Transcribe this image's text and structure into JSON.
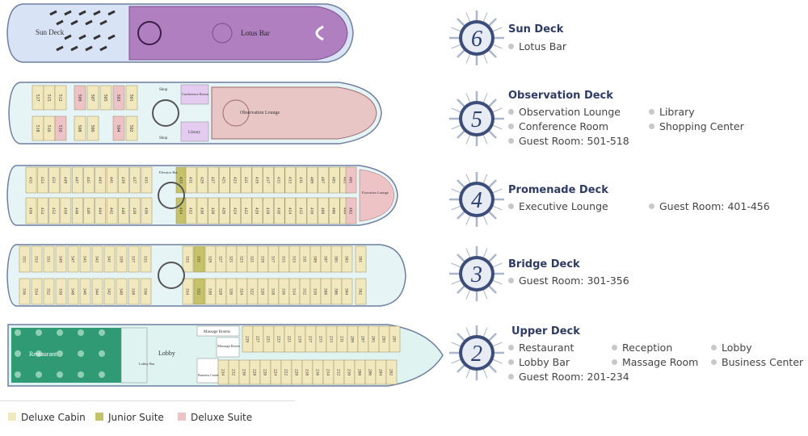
{
  "colors": {
    "deluxe_cabin": "#f2e8be",
    "junior_suite": "#c6c26a",
    "deluxe_suite": "#eec3c6",
    "sun_deck": "#d8e3f6",
    "lotus_bar": "#b07fc0",
    "observation_lounge": "#e8c6c6",
    "library": "#e3ccef",
    "restaurant": "#2f9a74",
    "upper_hull": "#dff3f1",
    "hull": "#e6f4f6"
  },
  "plans": {
    "sun": {
      "labels": [
        "Sun Deck",
        "Lotus Bar"
      ]
    },
    "observation": {
      "labels": [
        "Shop",
        "Conference Room",
        "Observation Lounge",
        "Library",
        "Shop"
      ],
      "top_cabins": [
        "517",
        "515",
        "512",
        "509",
        "507",
        "505",
        "503",
        "501"
      ],
      "bottom_cabins": [
        "518",
        "516",
        "510",
        "508",
        "506",
        "504",
        "502"
      ]
    },
    "promenade": {
      "top_cabins": [
        "455",
        "453",
        "451",
        "449",
        "447",
        "445",
        "443",
        "441",
        "439",
        "437",
        "435",
        "433",
        "431",
        "429",
        "427",
        "425",
        "423",
        "421",
        "419",
        "417",
        "415",
        "413",
        "411",
        "409",
        "407",
        "405",
        "403",
        "401"
      ],
      "bottom_cabins": [
        "456",
        "454",
        "452",
        "450",
        "448",
        "446",
        "444",
        "442",
        "440",
        "438",
        "436",
        "434",
        "432",
        "430",
        "428",
        "426",
        "424",
        "422",
        "420",
        "418",
        "416",
        "414",
        "412",
        "410",
        "408",
        "406",
        "404",
        "402"
      ],
      "labels": [
        "Elevator Bar",
        "Executive Lounge"
      ]
    },
    "bridge": {
      "top_cabins": [
        "355",
        "353",
        "351",
        "349",
        "347",
        "345",
        "343",
        "341",
        "339",
        "337",
        "335",
        "333",
        "331",
        "329",
        "327",
        "325",
        "323",
        "321",
        "319",
        "317",
        "315",
        "313",
        "311",
        "309",
        "307",
        "305",
        "303",
        "301"
      ],
      "bottom_cabins": [
        "356",
        "354",
        "352",
        "350",
        "348",
        "346",
        "344",
        "342",
        "340",
        "338",
        "336",
        "334",
        "332",
        "330",
        "328",
        "326",
        "324",
        "322",
        "320",
        "318",
        "316",
        "314",
        "312",
        "310",
        "308",
        "306",
        "304",
        "302"
      ]
    },
    "upper": {
      "top_cabins": [
        "229",
        "227",
        "225",
        "223",
        "221",
        "219",
        "217",
        "215",
        "213",
        "211",
        "209",
        "207",
        "205",
        "203",
        "201"
      ],
      "bottom_cabins": [
        "234",
        "232",
        "230",
        "228",
        "226",
        "224",
        "222",
        "220",
        "218",
        "216",
        "214",
        "212",
        "210",
        "208",
        "206",
        "204",
        "202"
      ],
      "labels": [
        "Restaurant",
        "Lobby",
        "Lobby Bar",
        "Massage Rooms",
        "Massage Room",
        "Business Center"
      ]
    }
  },
  "decks": [
    {
      "number": "6",
      "name": "Sun Deck",
      "features": [
        "Lotus Bar"
      ]
    },
    {
      "number": "5",
      "name": "Observation Deck",
      "features": [
        "Observation Lounge",
        "Library",
        "Conference Room",
        "Shopping Center",
        "Guest Room: 501-518"
      ]
    },
    {
      "number": "4",
      "name": "Promenade Deck",
      "features": [
        "Executive Lounge",
        "Guest Room: 401-456"
      ]
    },
    {
      "number": "3",
      "name": "Bridge Deck",
      "features": [
        "Guest Room: 301-356"
      ]
    },
    {
      "number": "2",
      "name": "Upper Deck",
      "features": [
        "Restaurant",
        "Reception",
        "Lobby",
        "Lobby Bar",
        "Massage Room",
        "Business Center",
        "Guest Room: 201-234"
      ]
    }
  ],
  "legend": [
    {
      "label": "Deluxe Cabin",
      "color": "#f2e8be"
    },
    {
      "label": "Junior Suite",
      "color": "#c6c26a"
    },
    {
      "label": "Deluxe Suite",
      "color": "#eec3c6"
    }
  ]
}
